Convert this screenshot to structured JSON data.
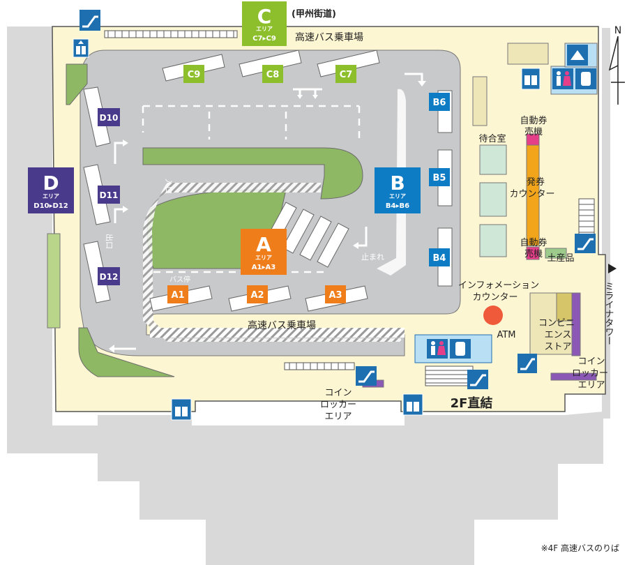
{
  "colors": {
    "areaA": "#ef7d1a",
    "areaB": "#0e7cc5",
    "areaC": "#8cbf2b",
    "areaD": "#4a3a8c",
    "floor": "#fdf6d3",
    "road": "#c8c9ca",
    "green": "#8fb864",
    "ground": "#d9d9d9"
  },
  "roads": {
    "top_road": "(甲州街道)",
    "platform_top": "高速バス乗車場",
    "platform_bottom": "高速バス乗車場"
  },
  "areas": {
    "A": {
      "letter": "A",
      "sub": "エリア",
      "range": "A1▸A3"
    },
    "B": {
      "letter": "B",
      "sub": "エリア",
      "range": "B4▸B6"
    },
    "C": {
      "letter": "C",
      "sub": "エリア",
      "range": "C7▸C9"
    },
    "D": {
      "letter": "D",
      "sub": "エリア",
      "range": "D10▸D12"
    }
  },
  "bays": {
    "A1": "A1",
    "A2": "A2",
    "A3": "A3",
    "B4": "B4",
    "B5": "B5",
    "B6": "B6",
    "C7": "C7",
    "C8": "C8",
    "C9": "C9",
    "D10": "D10",
    "D11": "D11",
    "D12": "D12"
  },
  "road_marks": {
    "entrance": "入口",
    "exit": "出口",
    "stop": "止まれ",
    "bus_stop": "バス停"
  },
  "facilities": {
    "waiting_room": "待合室",
    "ticket_machine_top": [
      "自動券",
      "売機"
    ],
    "ticket_counter": [
      "発券",
      "カウンター"
    ],
    "ticket_machine_bottom": [
      "自動券",
      "売機"
    ],
    "souvenir": "土産品",
    "info_counter": [
      "インフォメーション",
      "カウンター"
    ],
    "atm": "ATM",
    "convenience": [
      "コンビニ",
      "エンス",
      "ストア"
    ],
    "locker_right": [
      "コイン",
      "ロッカー",
      "エリア"
    ],
    "locker_bottom": [
      "コイン",
      "ロッカー",
      "エリア"
    ],
    "direct_link": "2F直結",
    "mirai_tower": "ミライナタワー",
    "north": "N"
  },
  "icons": [
    "elevator-icon",
    "escalator-icon",
    "toilet-icon",
    "diaper-icon",
    "vending-icon",
    "arrow-icon"
  ],
  "footnote": "※4F 高速バスのりば"
}
